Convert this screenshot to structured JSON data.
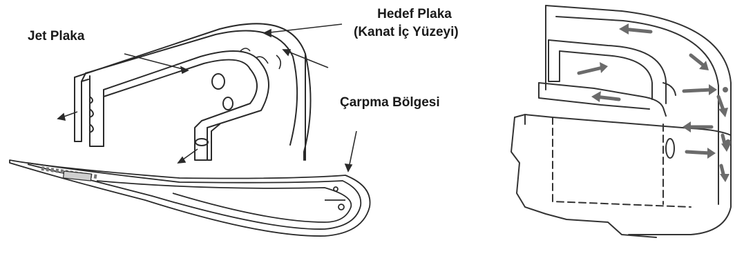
{
  "labels": {
    "jet_plate": "Jet Plaka",
    "target_plate_line1": "Hedef Plaka",
    "target_plate_line2": "(Kanat İç Yüzeyi)",
    "impingement_zone": "Çarpma Bölgesi"
  },
  "colors": {
    "line": "#2a2a2a",
    "fill": "#ffffff",
    "flow_arrow": "#6b6b6b"
  }
}
